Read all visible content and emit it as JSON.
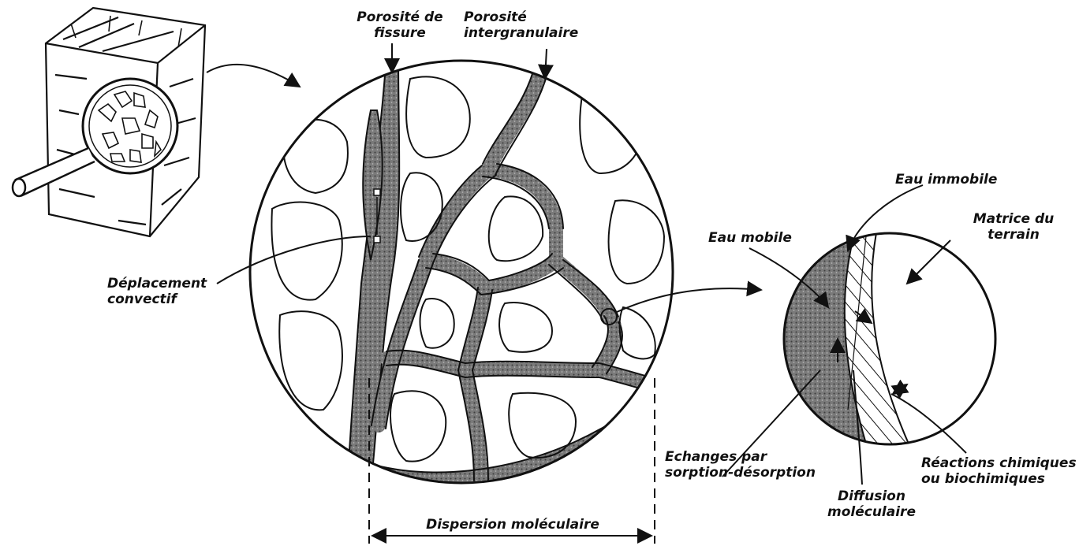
{
  "labels": {
    "porosite_fissure": [
      "Porosité de",
      "fissure"
    ],
    "porosite_intergranulaire": [
      "Porosité",
      "intergranulaire"
    ],
    "deplacement_convectif": [
      "Déplacement",
      "convectif"
    ],
    "dispersion_moleculaire": "Dispersion moléculaire",
    "echanges": [
      "Echanges par",
      "sorption-désorption"
    ],
    "diffusion_moleculaire": [
      "Diffusion",
      "moléculaire"
    ],
    "eau_immobile": "Eau immobile",
    "eau_mobile": "Eau mobile",
    "matrice_terrain": [
      "Matrice du",
      "terrain"
    ],
    "reactions": [
      "Réactions chimiques",
      "ou biochimiques"
    ]
  },
  "colors": {
    "ink": "#111111",
    "fluid_fill": "#6b6b6b",
    "background": "#ffffff"
  }
}
